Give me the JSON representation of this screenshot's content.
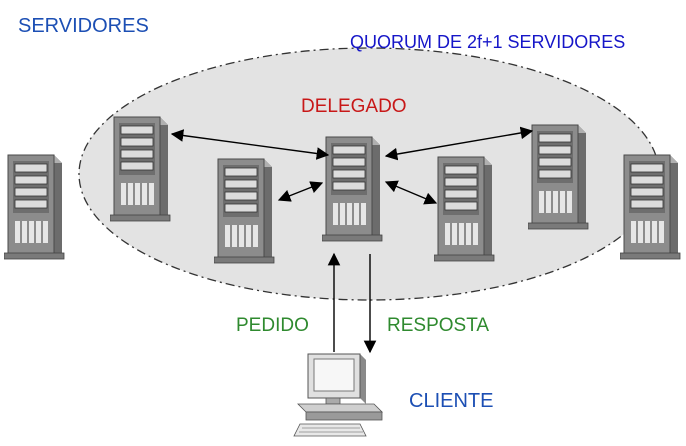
{
  "labels": {
    "servers": "SERVIDORES",
    "quorum": "QUORUM DE 2f+1 SERVIDORES",
    "leader": "DELEGADO",
    "request": "PEDIDO",
    "response": "RESPOSTA",
    "client": "CLIENTE"
  },
  "colors": {
    "ellipse_fill": "#e3e3e3",
    "server_body": "#8c8c8c",
    "server_face": "#d8d8d8",
    "label_blue": "#1c4fb4",
    "label_red": "#c81818",
    "label_green": "#2f8a2f"
  },
  "nodes": [
    {
      "id": "server-outside-left",
      "kind": "server",
      "role": "outside"
    },
    {
      "id": "server-quorum-1",
      "kind": "server",
      "role": "quorum"
    },
    {
      "id": "server-quorum-2",
      "kind": "server",
      "role": "quorum"
    },
    {
      "id": "server-leader",
      "kind": "server",
      "role": "leader"
    },
    {
      "id": "server-quorum-3",
      "kind": "server",
      "role": "quorum"
    },
    {
      "id": "server-quorum-4",
      "kind": "server",
      "role": "quorum"
    },
    {
      "id": "server-outside-right",
      "kind": "server",
      "role": "outside"
    },
    {
      "id": "client",
      "kind": "workstation",
      "role": "client"
    }
  ],
  "edges": [
    {
      "from": "server-leader",
      "to": "server-quorum-1",
      "bidirectional": true
    },
    {
      "from": "server-leader",
      "to": "server-quorum-2",
      "bidirectional": true
    },
    {
      "from": "server-leader",
      "to": "server-quorum-3",
      "bidirectional": true
    },
    {
      "from": "server-leader",
      "to": "server-quorum-4",
      "bidirectional": true
    },
    {
      "from": "client",
      "to": "server-leader",
      "label": "PEDIDO"
    },
    {
      "from": "server-leader",
      "to": "client",
      "label": "RESPOSTA"
    }
  ]
}
